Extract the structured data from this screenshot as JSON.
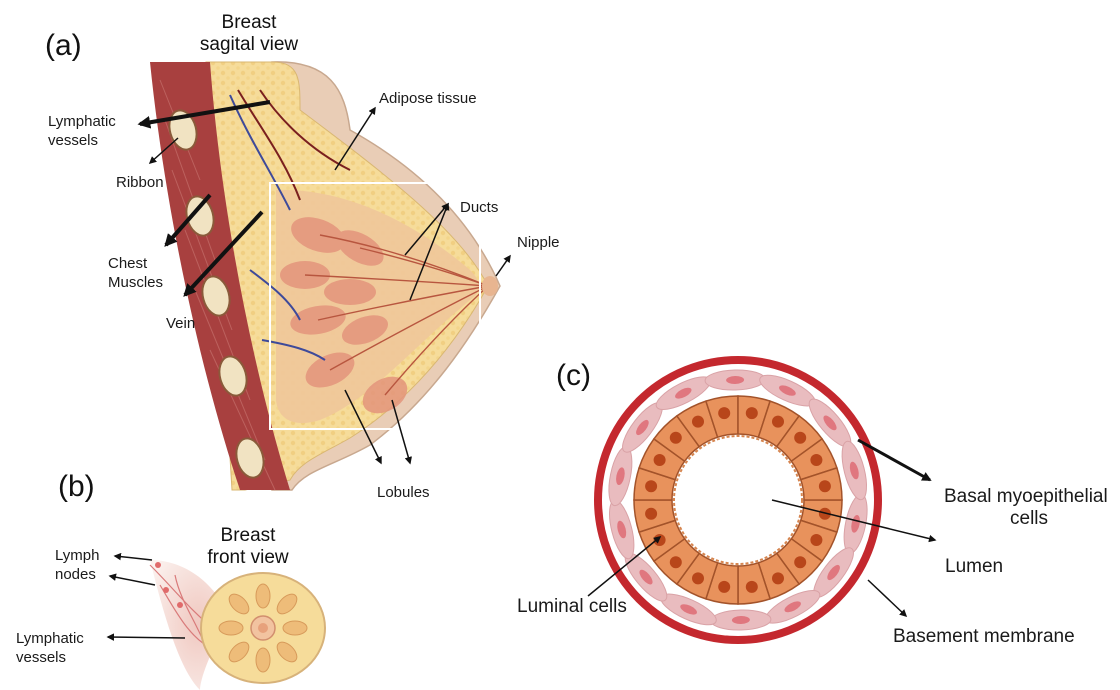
{
  "panels": {
    "a": "(a)",
    "b": "(b)",
    "c": "(c)"
  },
  "titles": {
    "sagittal_line1": "Breast",
    "sagittal_line2": "sagital view",
    "front_line1": "Breast",
    "front_line2": "front view"
  },
  "labels_a": {
    "lymphatic_1": "Lymphatic",
    "lymphatic_2": "vessels",
    "ribbon": "Ribbon",
    "chest_1": "Chest",
    "chest_2": "Muscles",
    "vein": "Vein",
    "adipose": "Adipose tissue",
    "ducts": "Ducts",
    "nipple": "Nipple",
    "lobules": "Lobules"
  },
  "labels_b": {
    "lymph_1": "Lymph",
    "lymph_2": "nodes",
    "lymphatic_1": "Lymphatic",
    "lymphatic_2": "vessels"
  },
  "labels_c": {
    "basal_1": "Basal myoepithelial",
    "basal_2": "cells",
    "lumen": "Lumen",
    "luminal": "Luminal cells",
    "basement": "Basement membrane"
  },
  "colors": {
    "muscle": "#a8403f",
    "adipose": "#f6dc9a",
    "skin": "#e7cdb6",
    "lobule": "#e4957c",
    "ring": "#c4282e",
    "luminal_cell": "#e8925c",
    "nucleus": "#b8461a",
    "basal_cell": "#e9bcbf"
  }
}
